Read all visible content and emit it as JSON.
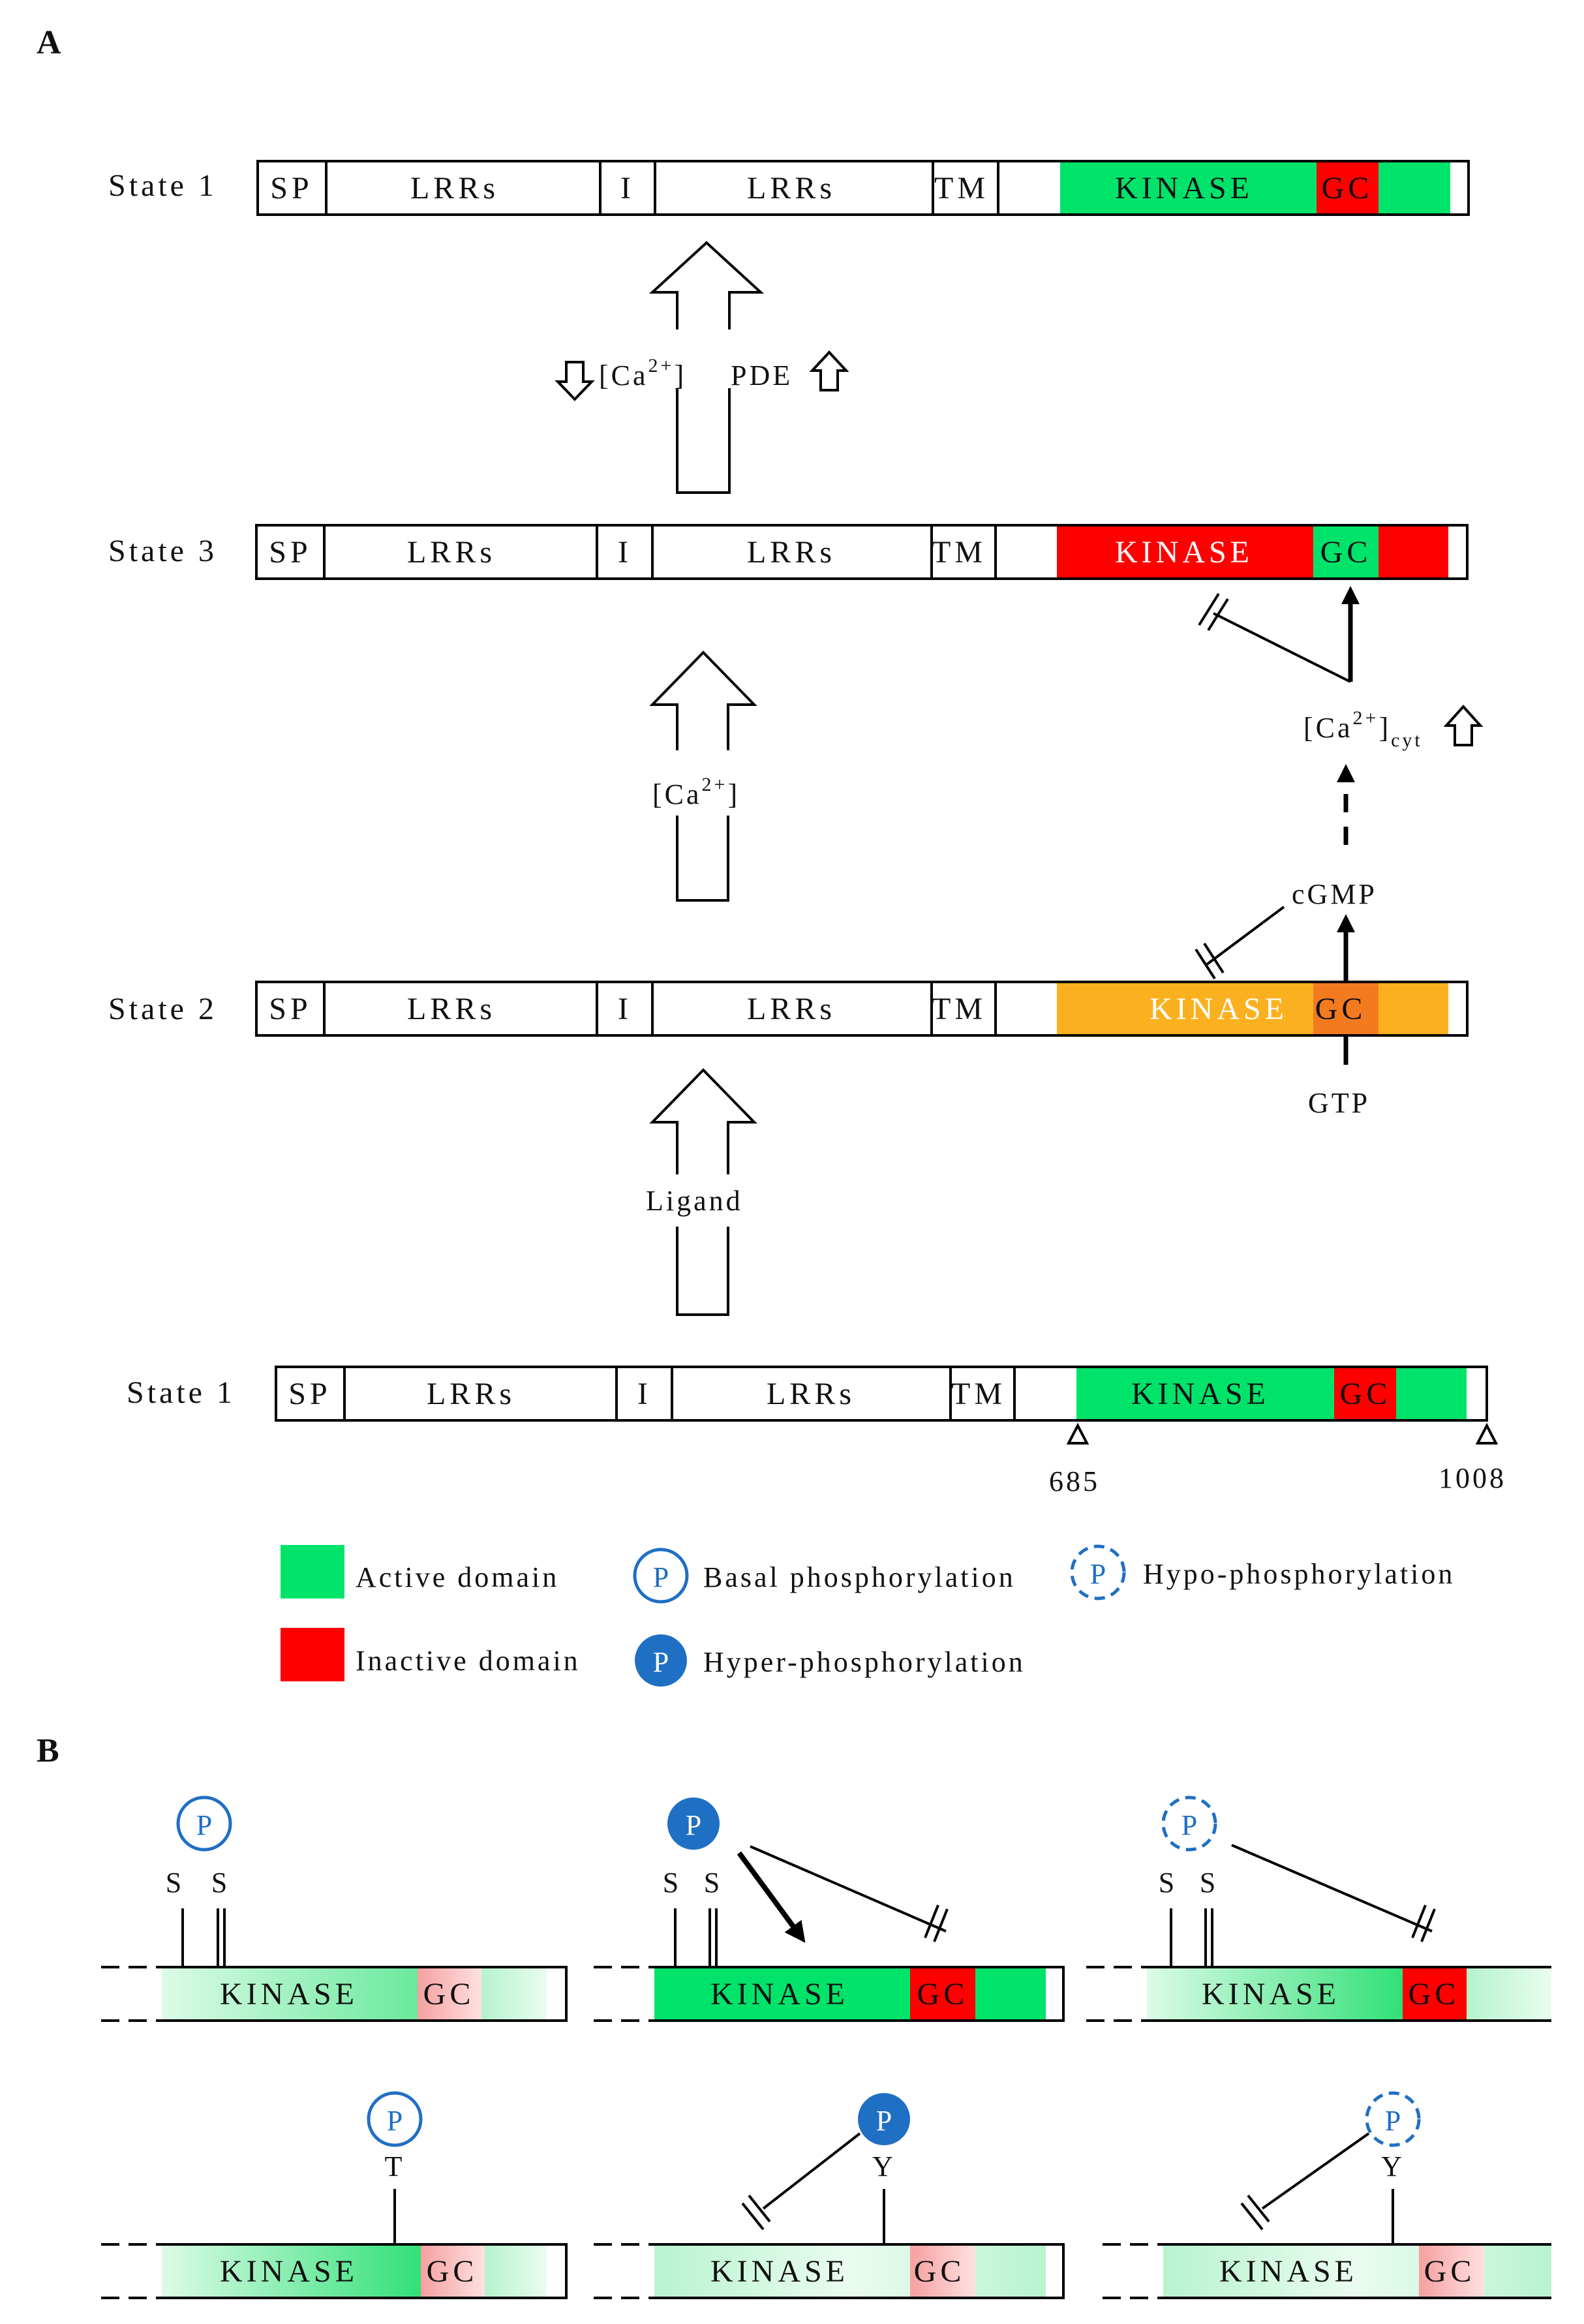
{
  "panels": {
    "a": "A",
    "b": "B"
  },
  "state_labels": {
    "s1_top": "State 1",
    "s3": "State 3",
    "s2": "State 2",
    "s1_bottom": "State 1"
  },
  "domains": {
    "sp": "SP",
    "lrrs": "LRRs",
    "i": "I",
    "tm": "TM",
    "kinase": "KINASE",
    "gc": "GC"
  },
  "arrows": {
    "ca_open": "[Ca",
    "ca_sup": "2+",
    "ca_close": "]",
    "pde": "PDE",
    "ligand": "Ligand",
    "cyt_sub": "cyt",
    "cgmp": "cGMP",
    "gtp": "GTP"
  },
  "positions": {
    "start": "685",
    "end": "1008"
  },
  "legend": {
    "active": "Active domain",
    "inactive": "Inactive domain",
    "basal": "Basal phosphorylation",
    "hyper": "Hyper-phosphorylation",
    "hypo": "Hypo-phosphorylation",
    "p": "P"
  },
  "residues": {
    "s": "S",
    "t": "T",
    "y": "Y"
  },
  "colors": {
    "active": "#00e36b",
    "inactive": "#ff0000",
    "intermediate_kinase": "#fbb11f",
    "intermediate_gc": "#f47a20",
    "phospho_blue": "#1f6fc4"
  }
}
